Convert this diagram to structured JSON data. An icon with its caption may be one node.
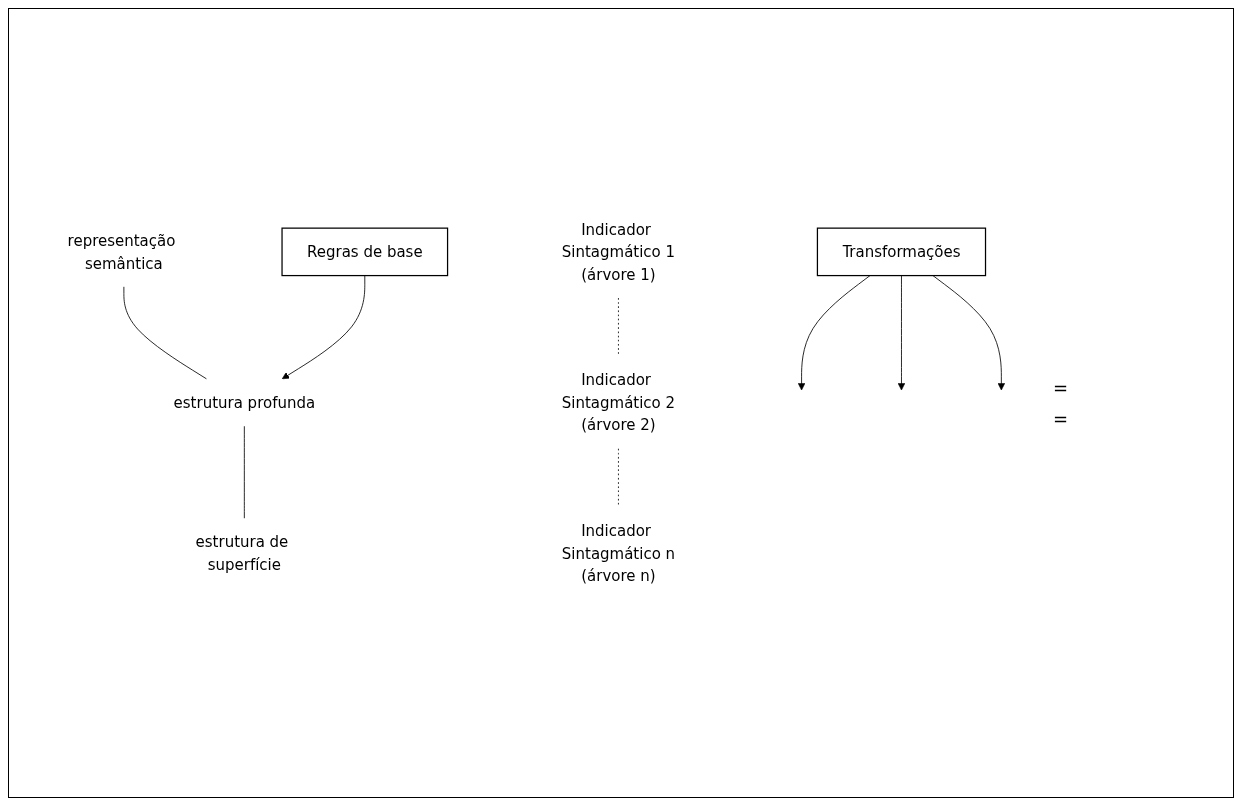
{
  "diagram": {
    "nodes": [
      {
        "text": [
          "representação semântica"
        ]
      },
      {
        "text": [
          "Regras de base"
        ]
      },
      {
        "text": [
          "estrutura profunda"
        ]
      },
      {
        "text": [
          "Indicador Sintagmático 1",
          "(árvore 1)"
        ]
      },
      {
        "text": [
          "Transformações"
        ]
      },
      {
        "text": [
          "Indicador Sintagmático 2",
          "(árvore 2)"
        ]
      },
      {
        "text": [
          "estrutura de superfície"
        ]
      },
      {
        "text": [
          "Indicador Sintagmático n",
          "(árvore n)"
        ]
      }
    ],
    "edges": [
      {
        "from": 0,
        "to": 2,
        "arrow": "none"
      },
      {
        "from": 1,
        "to": 2,
        "arrow": "to"
      },
      {
        "from": 2,
        "to": 6,
        "arrow": "none"
      },
      {
        "from": 3,
        "to": 5,
        "arrow": "none",
        "style": "dashed"
      },
      {
        "from": 4,
        "to": null,
        "arrow": "to"
      },
      {
        "from": 4,
        "to": null,
        "arrow": "to"
      },
      {
        "from": 4,
        "to": null,
        "arrow": "to"
      },
      {
        "from": 5,
        "to": 7,
        "arrow": "none",
        "style": "dashed"
      }
    ],
    "labels": [
      "=",
      "="
    ]
  }
}
